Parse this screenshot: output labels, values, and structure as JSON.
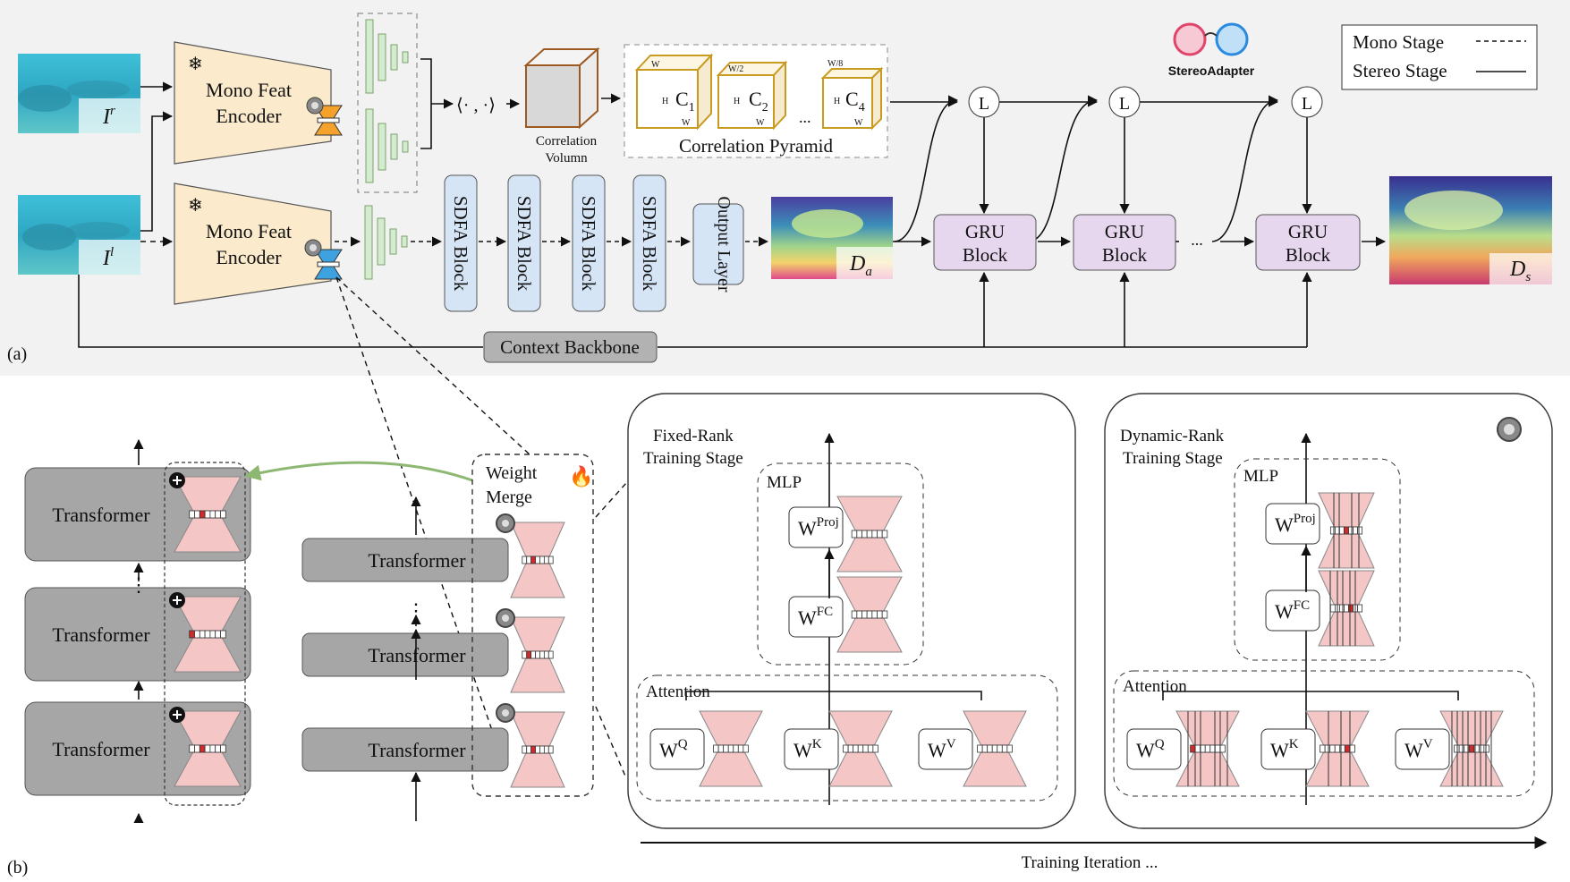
{
  "panel_a": {
    "tag": "(a)",
    "image_right_label": "I",
    "image_right_sup": "r",
    "image_left_label": "I",
    "image_left_sup": "l",
    "encoder_line1": "Mono Feat",
    "encoder_line2": "Encoder",
    "dot_product": "⟨· , ·⟩",
    "correlation_line1": "Correlation",
    "correlation_line2": "Volumn",
    "pyramid_title": "Correlation Pyramid",
    "pyramid_ellipsis": "...",
    "pyramid_cubes": [
      {
        "name": "C",
        "sub": "1",
        "w_top": "W",
        "h": "H",
        "w_bottom": "W"
      },
      {
        "name": "C",
        "sub": "2",
        "w_top": "W/2",
        "h": "H",
        "w_bottom": "W"
      },
      {
        "name": "C",
        "sub": "4",
        "w_top": "W/8",
        "h": "H",
        "w_bottom": "W"
      }
    ],
    "sdfa_blocks": [
      "SDFA Block",
      "SDFA Block",
      "SDFA Block",
      "SDFA Block"
    ],
    "output_layer": "Output Layer",
    "depth_a_label": "D",
    "depth_a_sub": "a",
    "depth_s_label": "D",
    "depth_s_sub": "s",
    "lookup_label": "L",
    "gru_line1": "GRU",
    "gru_line2": "Block",
    "gru_ellipsis": "...",
    "context_backbone": "Context Backbone",
    "brand": "StereoAdapter",
    "legend": {
      "mono": "Mono Stage",
      "stereo": "Stereo Stage"
    }
  },
  "panel_b": {
    "tag": "(b)",
    "transformer_label": "Transformer",
    "vertical_ellipsis": "⋮",
    "weight_merge_line1": "Weight",
    "weight_merge_line2": "Merge",
    "fixed_title_line1": "Fixed-Rank",
    "fixed_title_line2": "Training Stage",
    "dynamic_title_line1": "Dynamic-Rank",
    "dynamic_title_line2": "Training Stage",
    "mlp_label": "MLP",
    "attention_label": "Attention",
    "w_proj": {
      "base": "W",
      "sup": "Proj"
    },
    "w_fc": {
      "base": "W",
      "sup": "FC"
    },
    "w_q": {
      "base": "W",
      "sup": "Q"
    },
    "w_k": {
      "base": "W",
      "sup": "K"
    },
    "w_v": {
      "base": "W",
      "sup": "V"
    },
    "training_iteration": "Training Iteration ..."
  },
  "colors": {
    "panel_a_bg": "#f2f2f2",
    "encoder_fill": "#fbeacb",
    "feature_fill": "#d5ebcf",
    "sdfa_fill": "#d5e5f6",
    "gru_fill": "#e6d6ee",
    "context_fill": "#b2b2b2",
    "transformer_fill": "#a6a6a6",
    "adapter_fill": "#f4c6c6",
    "cube_edge": "#c99a20",
    "corr_cube_edge": "#9c5a22",
    "arrow_green": "#8db872"
  }
}
